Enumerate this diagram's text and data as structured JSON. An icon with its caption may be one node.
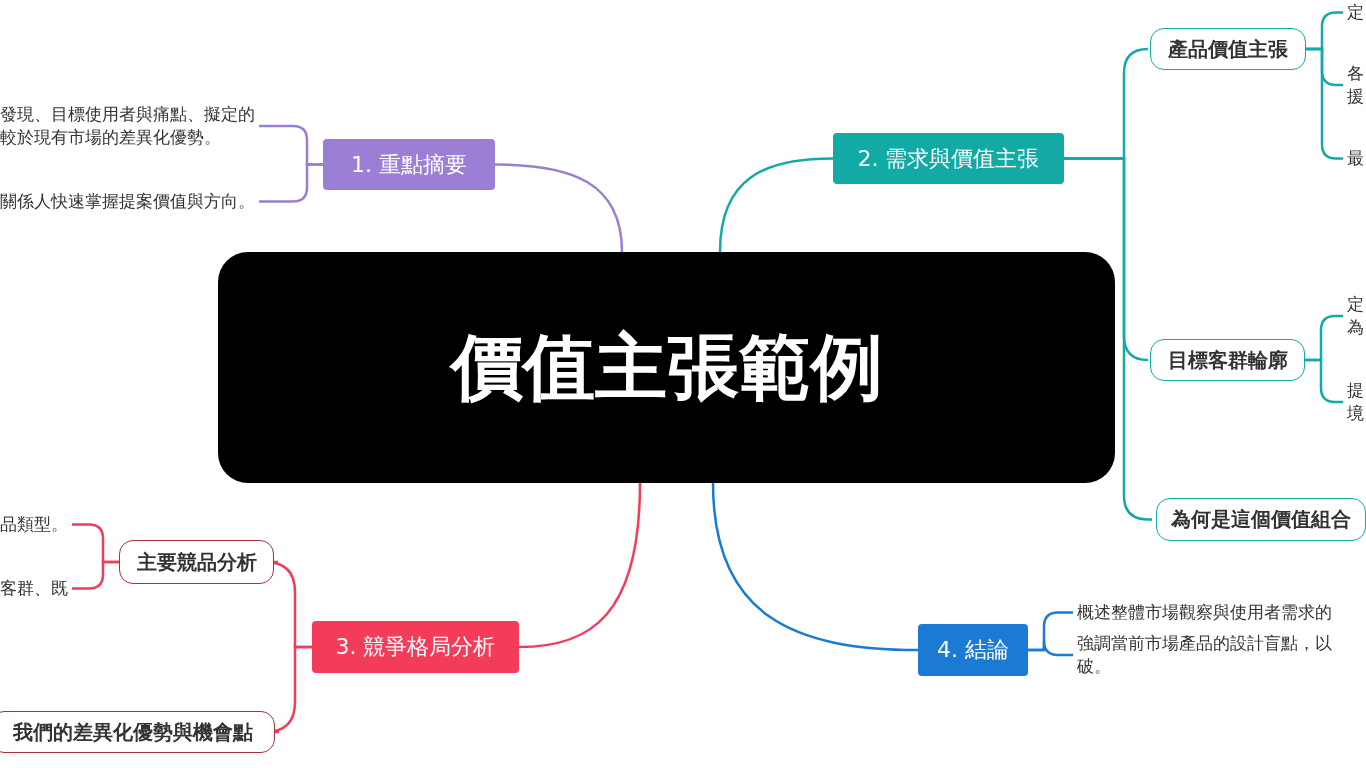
{
  "diagram": {
    "nodes": [
      {
        "text": [
          "價值主張範例"
        ]
      },
      {
        "text": [
          "1. 重點摘要"
        ]
      },
      {
        "text": [
          "發現、目標使用者與痛點、擬定的較於現有市場的差異化優勢。"
        ]
      },
      {
        "text": [
          "關係人快速掌握提案價值與方向。"
        ]
      },
      {
        "text": [
          "2. 需求與價值主張"
        ]
      },
      {
        "text": [
          "產品價值主張"
        ]
      },
      {
        "text": [
          "定"
        ]
      },
      {
        "text": [
          "各援"
        ]
      },
      {
        "text": [
          "最"
        ]
      },
      {
        "text": [
          "目標客群輪廓"
        ]
      },
      {
        "text": [
          "定為"
        ]
      },
      {
        "text": [
          "提境"
        ]
      },
      {
        "text": [
          "為何是這個價值組合"
        ]
      },
      {
        "text": [
          "3. 競爭格局分析"
        ]
      },
      {
        "text": [
          "主要競品分析"
        ]
      },
      {
        "text": [
          "品類型。"
        ]
      },
      {
        "text": [
          "客群、既"
        ]
      },
      {
        "text": [
          "我們的差異化優勢與機會點"
        ]
      },
      {
        "text": [
          "4. 結論"
        ]
      },
      {
        "text": [
          "概述整體市場觀察與使用者需求的"
        ]
      },
      {
        "text": [
          "強調當前市場產品的設計盲點，以破。"
        ]
      }
    ],
    "edges": [
      {
        "from": 0,
        "to": 1,
        "arrow": "none",
        "color": "#9b7fd4"
      },
      {
        "from": 1,
        "to": 2,
        "arrow": "none",
        "color": "#9b7fd4"
      },
      {
        "from": 1,
        "to": 3,
        "arrow": "none",
        "color": "#9b7fd4"
      },
      {
        "from": 0,
        "to": 4,
        "arrow": "none"
      },
      {
        "from": 4,
        "to": 5,
        "arrow": "none"
      },
      {
        "from": 5,
        "to": 6,
        "arrow": "none"
      },
      {
        "from": 5,
        "to": 7,
        "arrow": "none"
      },
      {
        "from": 5,
        "to": 8,
        "arrow": "none"
      },
      {
        "from": 4,
        "to": 9,
        "arrow": "none"
      },
      {
        "from": 9,
        "to": 10,
        "arrow": "none"
      },
      {
        "from": 9,
        "to": 11,
        "arrow": "none"
      },
      {
        "from": 4,
        "to": 12,
        "arrow": "none"
      },
      {
        "from": 0,
        "to": 13,
        "arrow": "none",
        "color": "#f23c5a"
      },
      {
        "from": 13,
        "to": 14,
        "arrow": "none",
        "color": "#f23c5a"
      },
      {
        "from": 14,
        "to": 15,
        "arrow": "none",
        "color": "#f23c5a"
      },
      {
        "from": 14,
        "to": 16,
        "arrow": "none",
        "color": "#f23c5a"
      },
      {
        "from": 13,
        "to": 17,
        "arrow": "none",
        "color": "#f23c5a"
      },
      {
        "from": 0,
        "to": 18,
        "arrow": "none",
        "color": "#1a7ad4"
      },
      {
        "from": 18,
        "to": 19,
        "arrow": "none",
        "color": "#1a7ad4"
      },
      {
        "from": 18,
        "to": 20,
        "arrow": "none",
        "color": "#1a7ad4"
      }
    ]
  }
}
